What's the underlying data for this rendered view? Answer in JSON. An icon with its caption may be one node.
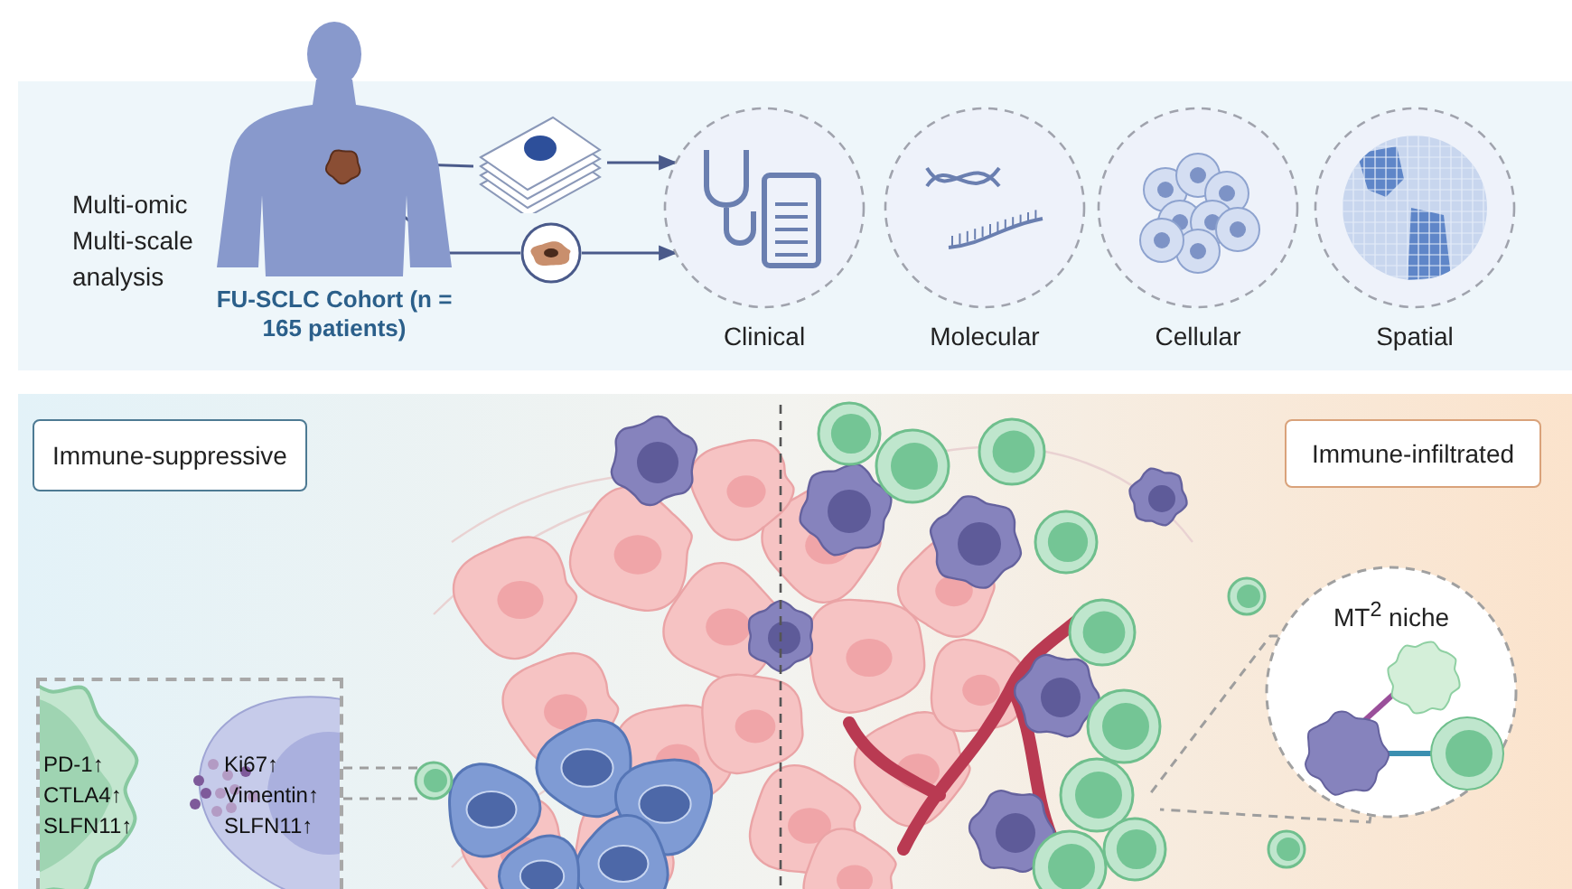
{
  "diagram": {
    "nodes": [
      {
        "text": [
          "FU-SCLC Cohort (n = 165 patients)"
        ]
      },
      {
        "text": [],
        "shape": "picture"
      },
      {
        "text": [],
        "shape": "circle"
      },
      {
        "text": [
          "Clinical"
        ]
      },
      {
        "text": [
          "Molecular"
        ]
      },
      {
        "text": [
          "Cellular"
        ]
      },
      {
        "text": [
          "Spatial"
        ]
      },
      {
        "text": [
          "Immune-suppressive"
        ]
      },
      {
        "text": [
          "Immune-infiltrated"
        ]
      },
      {
        "text": [
          "PD-1↑ CTLA4↑ SLFN11↑",
          "Ki67↑ Vimentin↑ SLFN11↑"
        ]
      },
      {
        "text": [
          "MT$^{2}$ niche"
        ]
      }
    ],
    "edges": [
      {
        "from": 0,
        "to": 1,
        "arrow": "none"
      },
      {
        "from": 1,
        "to": 3,
        "arrow": "to"
      },
      {
        "from": 0,
        "to": 2,
        "arrow": "none"
      },
      {
        "from": 2,
        "to": 3,
        "arrow": "to"
      },
      {
        "from": 9,
        "to": null,
        "arrow": "none",
        "style": "dashed",
        "color": "#9e9e9e"
      },
      {
        "from": 9,
        "to": null,
        "arrow": "none",
        "style": "dashed",
        "color": "#9e9e9e"
      },
      {
        "from": 10,
        "to": null,
        "arrow": "none",
        "style": "dashed",
        "color": "#9e9e9e"
      },
      {
        "from": 10,
        "to": null,
        "arrow": "none",
        "style": "dashed",
        "color": "#9e9e9e"
      }
    ],
    "labels": [
      "Multi-omic Multi-scale analysis"
    ]
  }
}
